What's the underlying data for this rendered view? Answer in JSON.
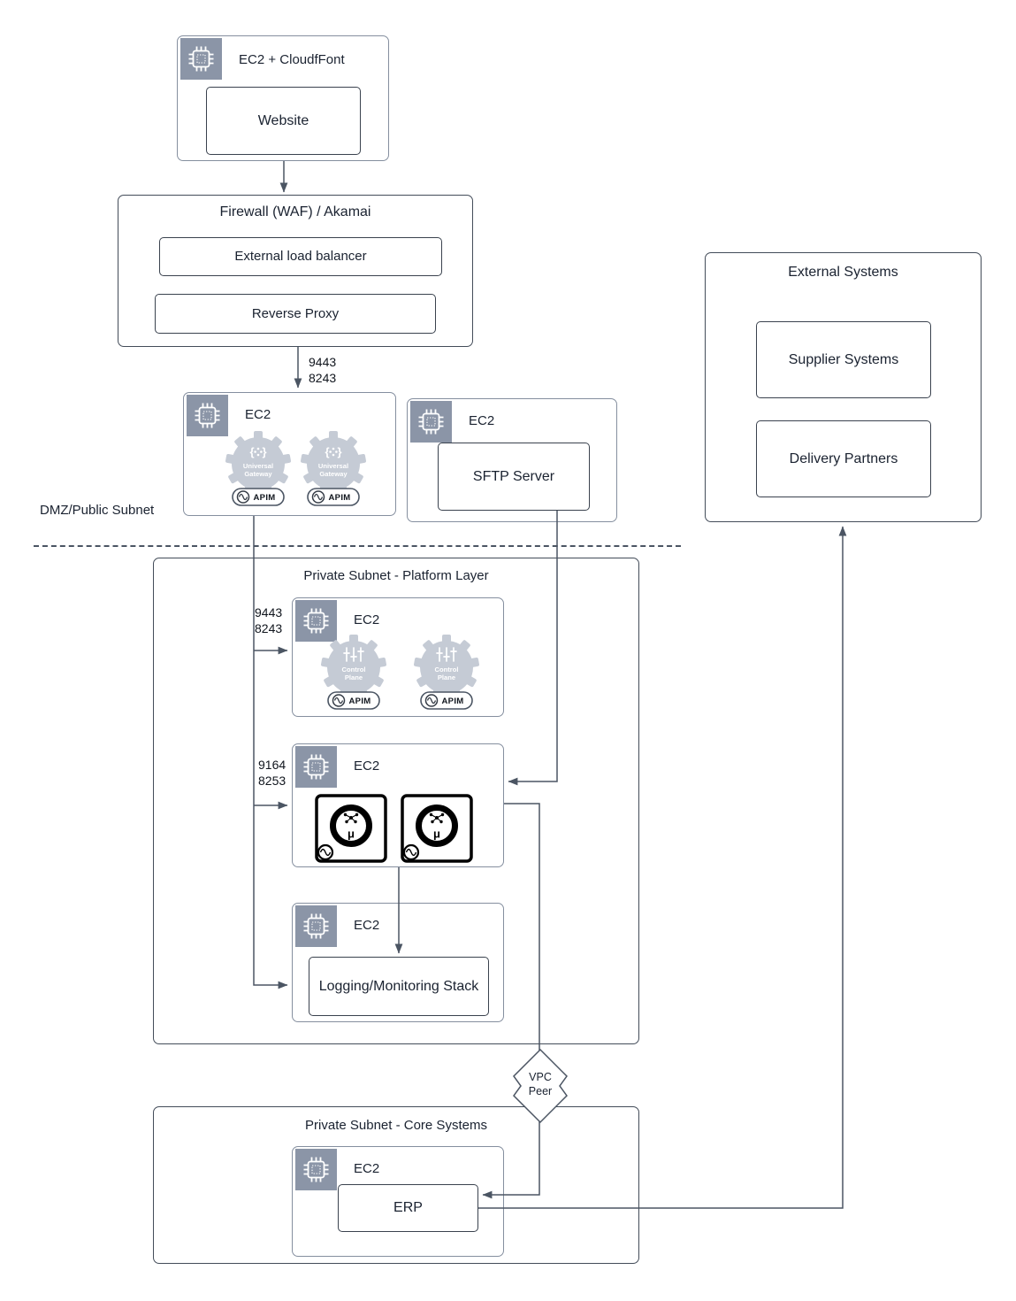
{
  "diagram": {
    "labels": {
      "ec2": "EC2",
      "dmz": "DMZ/Public Subnet",
      "ports_fw_gw": [
        "9443",
        "8243"
      ],
      "ports_gw_cp": [
        "9443",
        "8243"
      ],
      "ports_gw_micro": [
        "9164",
        "8253"
      ]
    },
    "nodes": {
      "cloudfront": {
        "title": "EC2 + CloudfFont",
        "website": "Website"
      },
      "firewall": {
        "title": "Firewall (WAF) / Akamai",
        "lb": "External load balancer",
        "proxy": "Reverse Proxy"
      },
      "gateway": {
        "gear_line1": "Universal",
        "gear_line2": "Gateway",
        "badge": "APIM"
      },
      "sftp": {
        "server": "SFTP Server"
      },
      "platform": {
        "title": "Private Subnet - Platform Layer"
      },
      "control": {
        "gear_line1": "Control",
        "gear_line2": "Plane",
        "badge": "APIM"
      },
      "micro": {
        "symbol": "μ"
      },
      "logging": {
        "stack": "Logging/Monitoring Stack"
      },
      "vpc_peer": {
        "line1": "VPC",
        "line2": "Peer"
      },
      "core": {
        "title": "Private Subnet - Core Systems"
      },
      "erp": {
        "app": "ERP"
      },
      "external": {
        "title": "External Systems",
        "supplier": "Supplier Systems",
        "delivery": "Delivery Partners"
      }
    },
    "colors": {
      "chip_icon_bg": "#8b95a7",
      "gear_icon": "#c5cbd5",
      "connector": "#4b5563",
      "border_dark": "#434c59",
      "border_gray": "#858f9f"
    }
  }
}
